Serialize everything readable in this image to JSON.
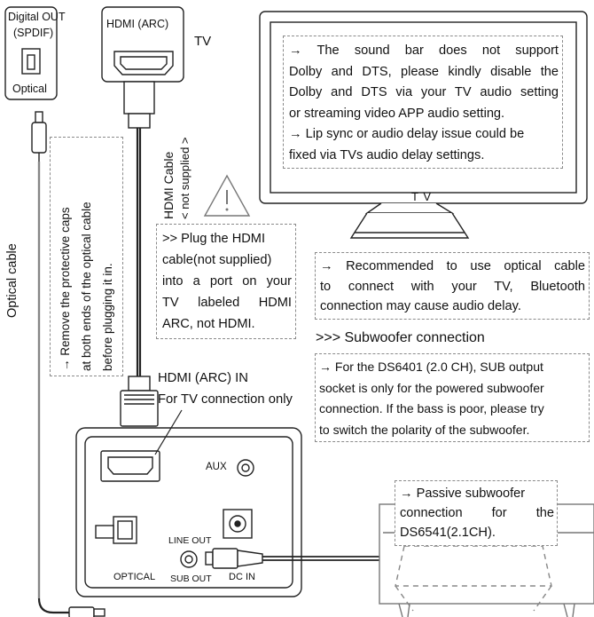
{
  "port_labels": {
    "digital_out_line1": "Digital OUT",
    "digital_out_line2": "(SPDIF)",
    "optical_small": "Optical",
    "hdmi_arc": "HDMI (ARC)",
    "tv": "TV",
    "tv_screen": "T V"
  },
  "cable_labels": {
    "optical_cable": "Optical cable",
    "hdmi_cable": "HDMI Cable",
    "not_supplied": "< not supplied >"
  },
  "notes": {
    "optical_caps": [
      "→ Remove the protective caps",
      "at both ends of the optical cable",
      "before plugging it in."
    ],
    "tv_audio": [
      "→  The sound bar does not support",
      "Dolby and DTS, please kindly disable the",
      "Dolby and DTS via your TV audio setting",
      "or streaming video APP audio setting.",
      "→ Lip sync or audio delay issue could be",
      "fixed via TVs audio delay settings."
    ],
    "hdmi_plug": [
      ">> Plug the HDMI",
      "cable(not supplied)",
      "into a port on your",
      "TV labeled HDMI",
      "ARC, not HDMI."
    ],
    "recommend": [
      "→  Recommended to use optical cable",
      "to connect with your TV, Bluetooth",
      "connection may cause audio delay."
    ],
    "subwoofer_title": ">>> Subwoofer connection",
    "subwoofer_ds6401": [
      "→ For the DS6401 (2.0 CH), SUB output",
      "socket is only for the powered subwoofer",
      "connection. If the bass is poor, please try",
      "to switch the polarity of the subwoofer."
    ],
    "passive_sub": [
      "→  Passive subwoofer",
      "connection    for    the",
      "DS6541(2.1CH)."
    ]
  },
  "device_labels": {
    "hdmi_in_line1": "HDMI (ARC) IN",
    "hdmi_in_line2": "For TV connection only",
    "aux": "AUX",
    "optical": "OPTICAL",
    "line_out": "LINE OUT",
    "sub_out": "SUB OUT",
    "dc_in": "DC IN"
  }
}
